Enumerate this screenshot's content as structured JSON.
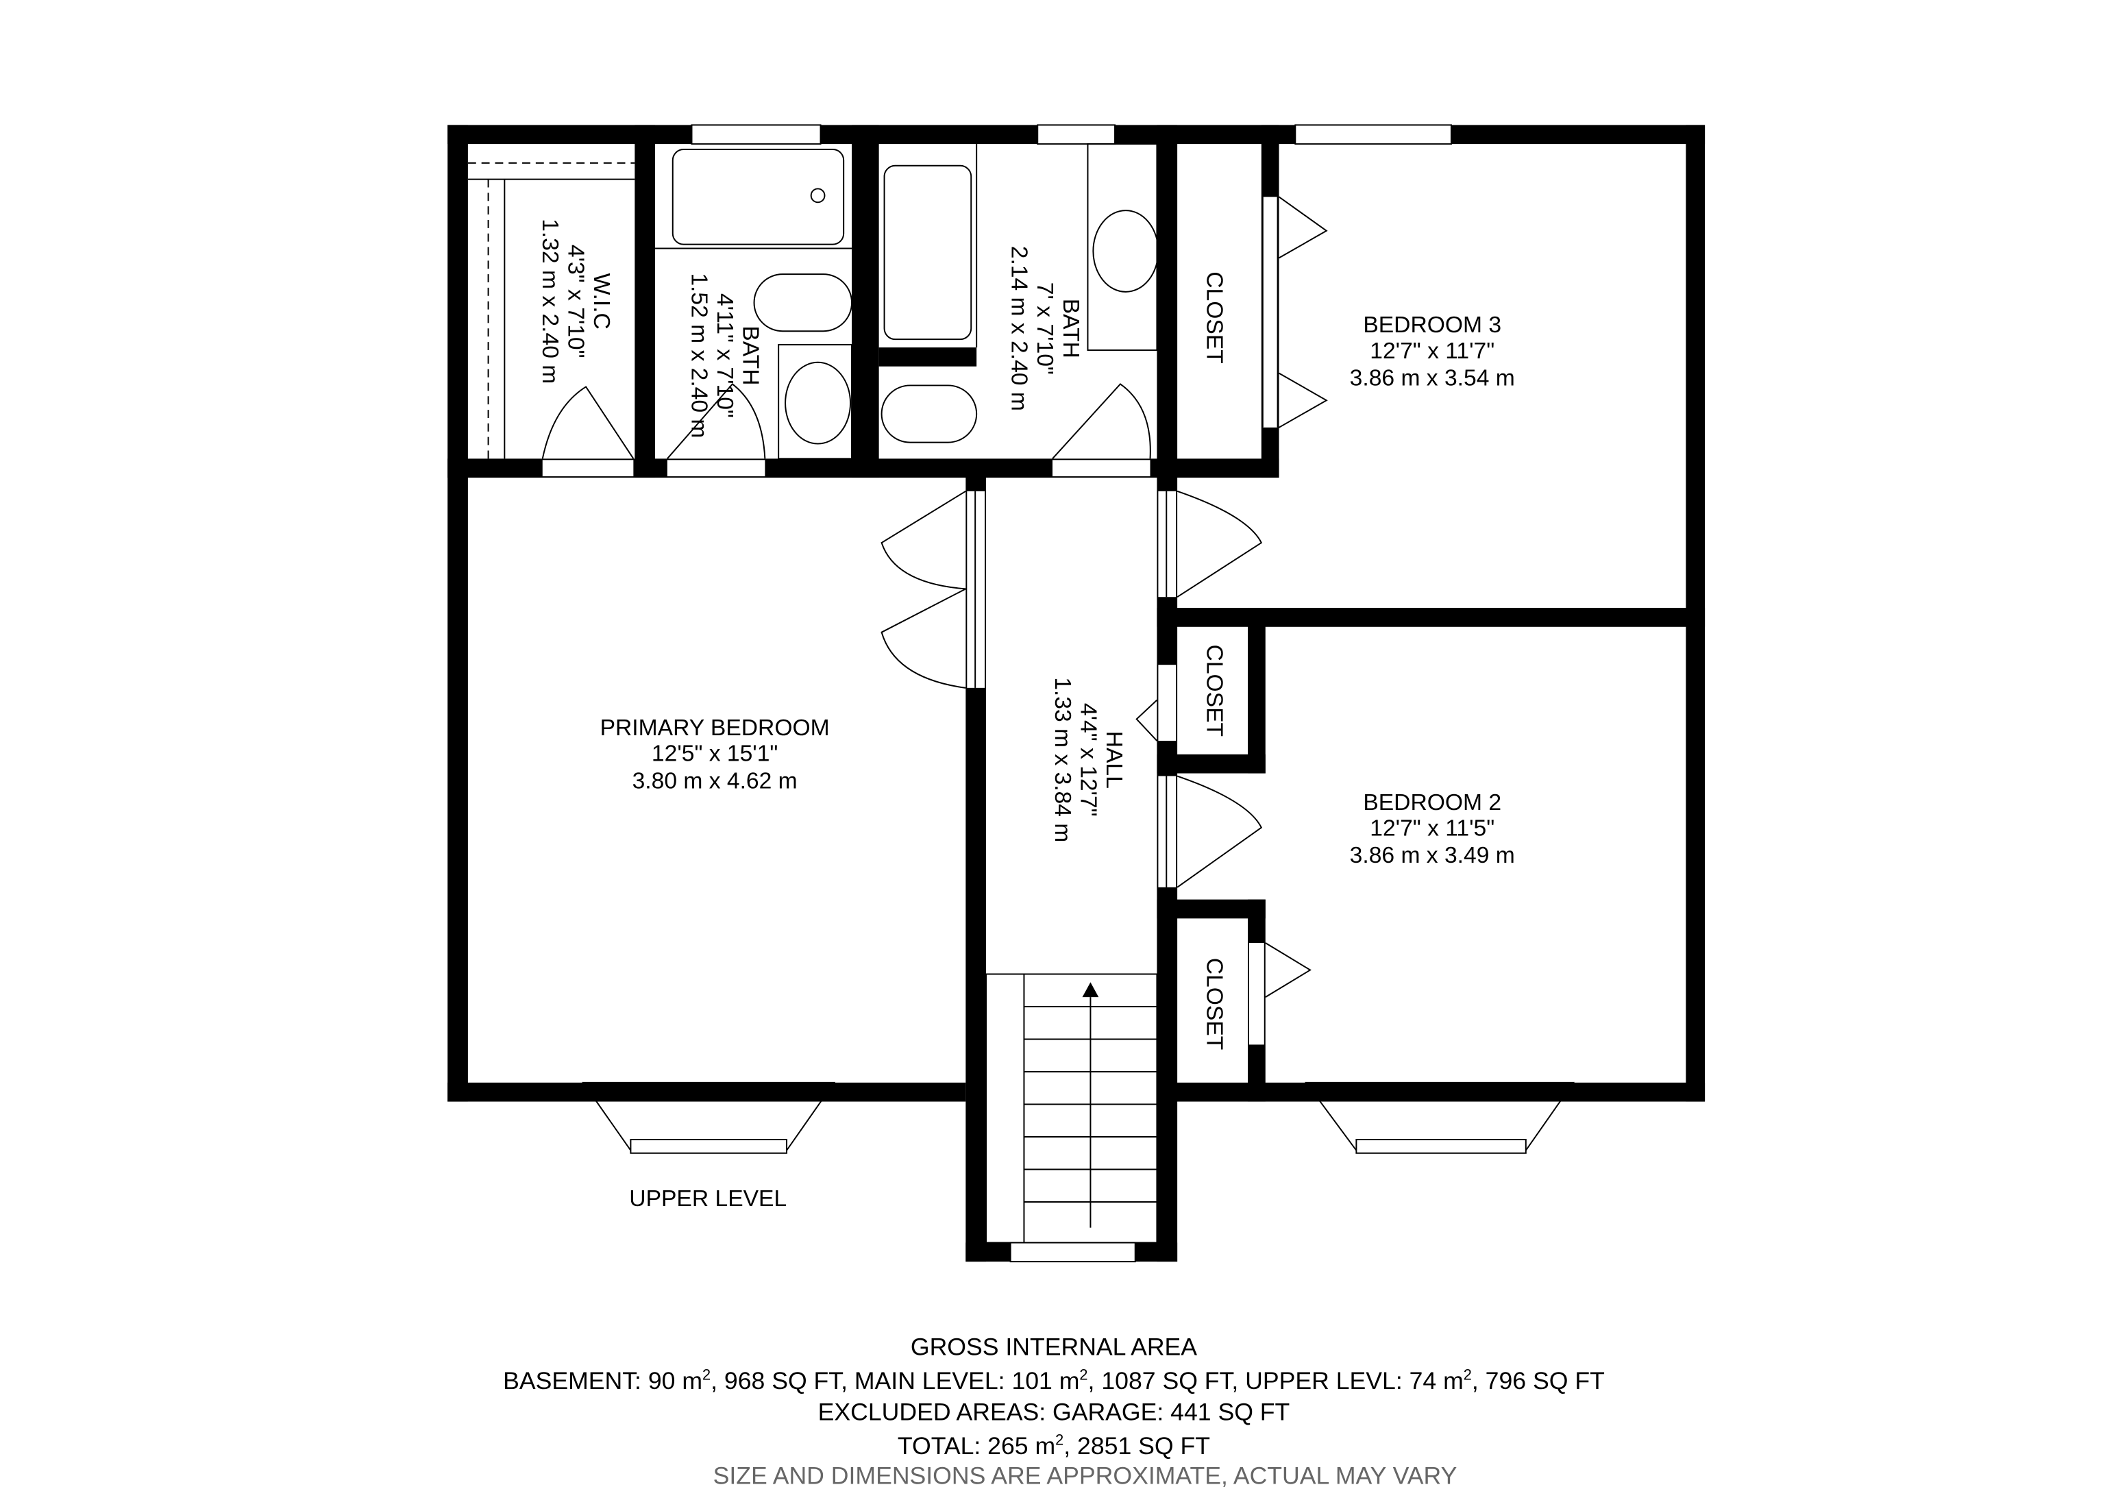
{
  "rooms": {
    "wic": {
      "name": "W.I.C",
      "imperial": "4'3\" x 7'10\"",
      "metric": "1.32 m x 2.40 m"
    },
    "bath1": {
      "name": "BATH",
      "imperial": "4'11\" x 7'10\"",
      "metric": "1.52 m x 2.40 m"
    },
    "bath2": {
      "name": "BATH",
      "imperial": "7' x 7'10\"",
      "metric": "2.14 m x 2.40 m"
    },
    "closet_top": {
      "name": "CLOSET"
    },
    "closet_mid": {
      "name": "CLOSET"
    },
    "closet_low": {
      "name": "CLOSET"
    },
    "bedroom3": {
      "name": "BEDROOM 3",
      "imperial": "12'7\" x 11'7\"",
      "metric": "3.86 m x 3.54 m"
    },
    "bedroom2": {
      "name": "BEDROOM 2",
      "imperial": "12'7\" x 11'5\"",
      "metric": "3.86 m x 3.49 m"
    },
    "primary": {
      "name": "PRIMARY BEDROOM",
      "imperial": "12'5\" x 15'1\"",
      "metric": "3.80 m x 4.62 m"
    },
    "hall": {
      "name": "HALL",
      "imperial": "4'4\" x 12'7\"",
      "metric": "1.33 m x 3.84 m"
    }
  },
  "level_label": "UPPER LEVEL",
  "footer": {
    "title": "GROSS INTERNAL AREA",
    "line1_a": "BASEMENT: 90 m",
    "sup": "2",
    "line1_b": ", 968 SQ FT,  MAIN LEVEL: 101 m",
    "line1_c": ", 1087 SQ FT, UPPER LEVL: 74 m",
    "line1_d": ", 796 SQ FT",
    "excluded": "EXCLUDED AREAS: GARAGE: 441 SQ FT",
    "total_a": "TOTAL: 265 m",
    "total_b": ", 2851 SQ FT",
    "disclaimer": "SIZE AND DIMENSIONS ARE APPROXIMATE, ACTUAL MAY VARY"
  }
}
